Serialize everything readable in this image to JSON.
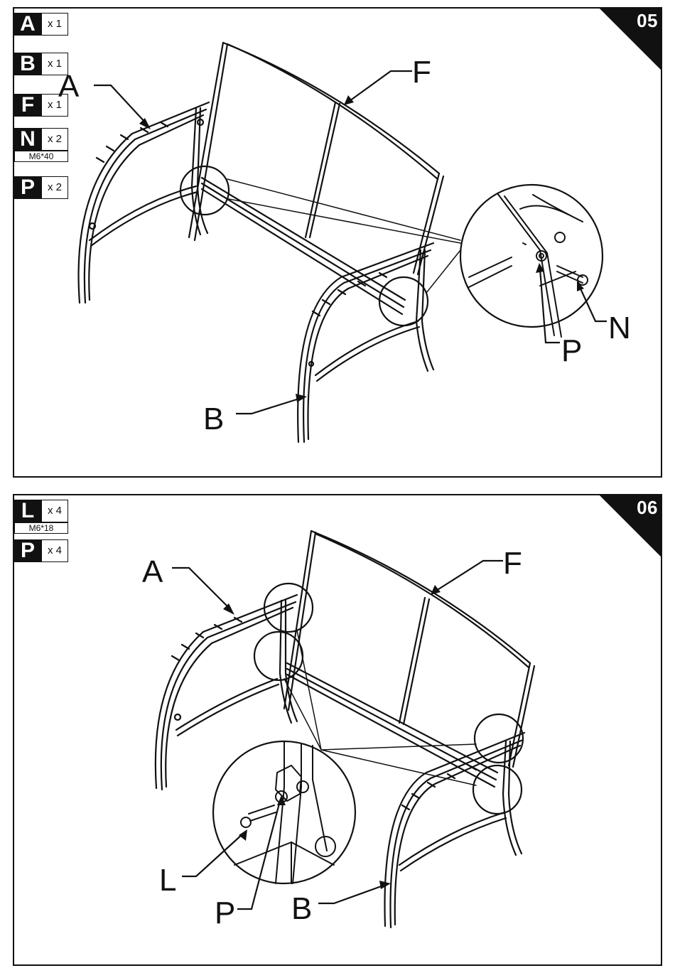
{
  "steps": [
    {
      "number": "05",
      "parts": [
        {
          "key": "A",
          "qty": "x 1",
          "spec": ""
        },
        {
          "key": "B",
          "qty": "x 1",
          "spec": ""
        },
        {
          "key": "F",
          "qty": "x 1",
          "spec": ""
        },
        {
          "key": "N",
          "qty": "x 2",
          "spec": "M6*40"
        },
        {
          "key": "P",
          "qty": "x 2",
          "spec": ""
        }
      ],
      "callouts": {
        "a": "A",
        "b": "B",
        "f": "F",
        "p": "P",
        "n": "N"
      }
    },
    {
      "number": "06",
      "parts": [
        {
          "key": "L",
          "qty": "x 4",
          "spec": "M6*18"
        },
        {
          "key": "P",
          "qty": "x 4",
          "spec": ""
        }
      ],
      "callouts": {
        "a": "A",
        "b": "B",
        "f": "F",
        "l": "L",
        "p": "P"
      }
    }
  ]
}
